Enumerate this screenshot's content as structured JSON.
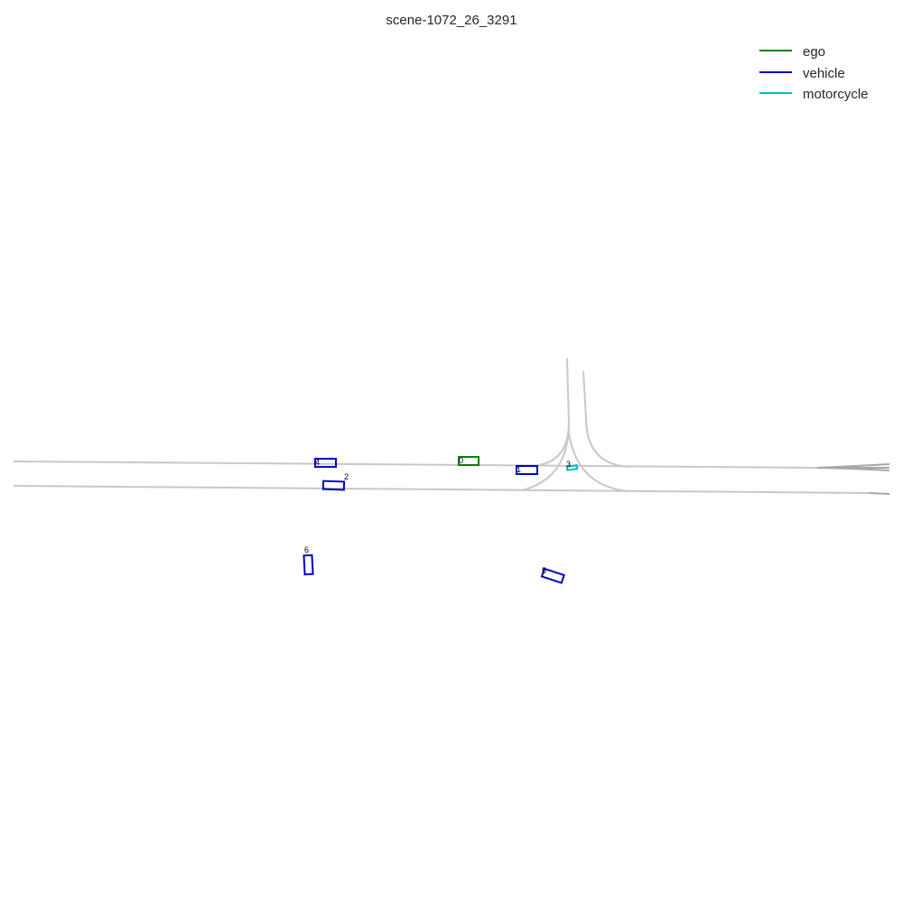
{
  "title": "scene-1072_26_3291",
  "legend": [
    {
      "label": "ego",
      "color": "#008000"
    },
    {
      "label": "vehicle",
      "color": "#0000cc"
    },
    {
      "label": "motorcycle",
      "color": "#00bfbf"
    }
  ],
  "agents": [
    {
      "id": "0",
      "type": "ego"
    },
    {
      "id": "1",
      "type": "vehicle"
    },
    {
      "id": "2",
      "type": "vehicle"
    },
    {
      "id": "3",
      "type": "motorcycle"
    },
    {
      "id": "4",
      "type": "vehicle"
    },
    {
      "id": "5",
      "type": "vehicle"
    },
    {
      "id": "6",
      "type": "vehicle"
    }
  ],
  "colors": {
    "lane": "#c8c8c8",
    "lane_dark": "#a8a8a8",
    "background": "#ffffff"
  }
}
